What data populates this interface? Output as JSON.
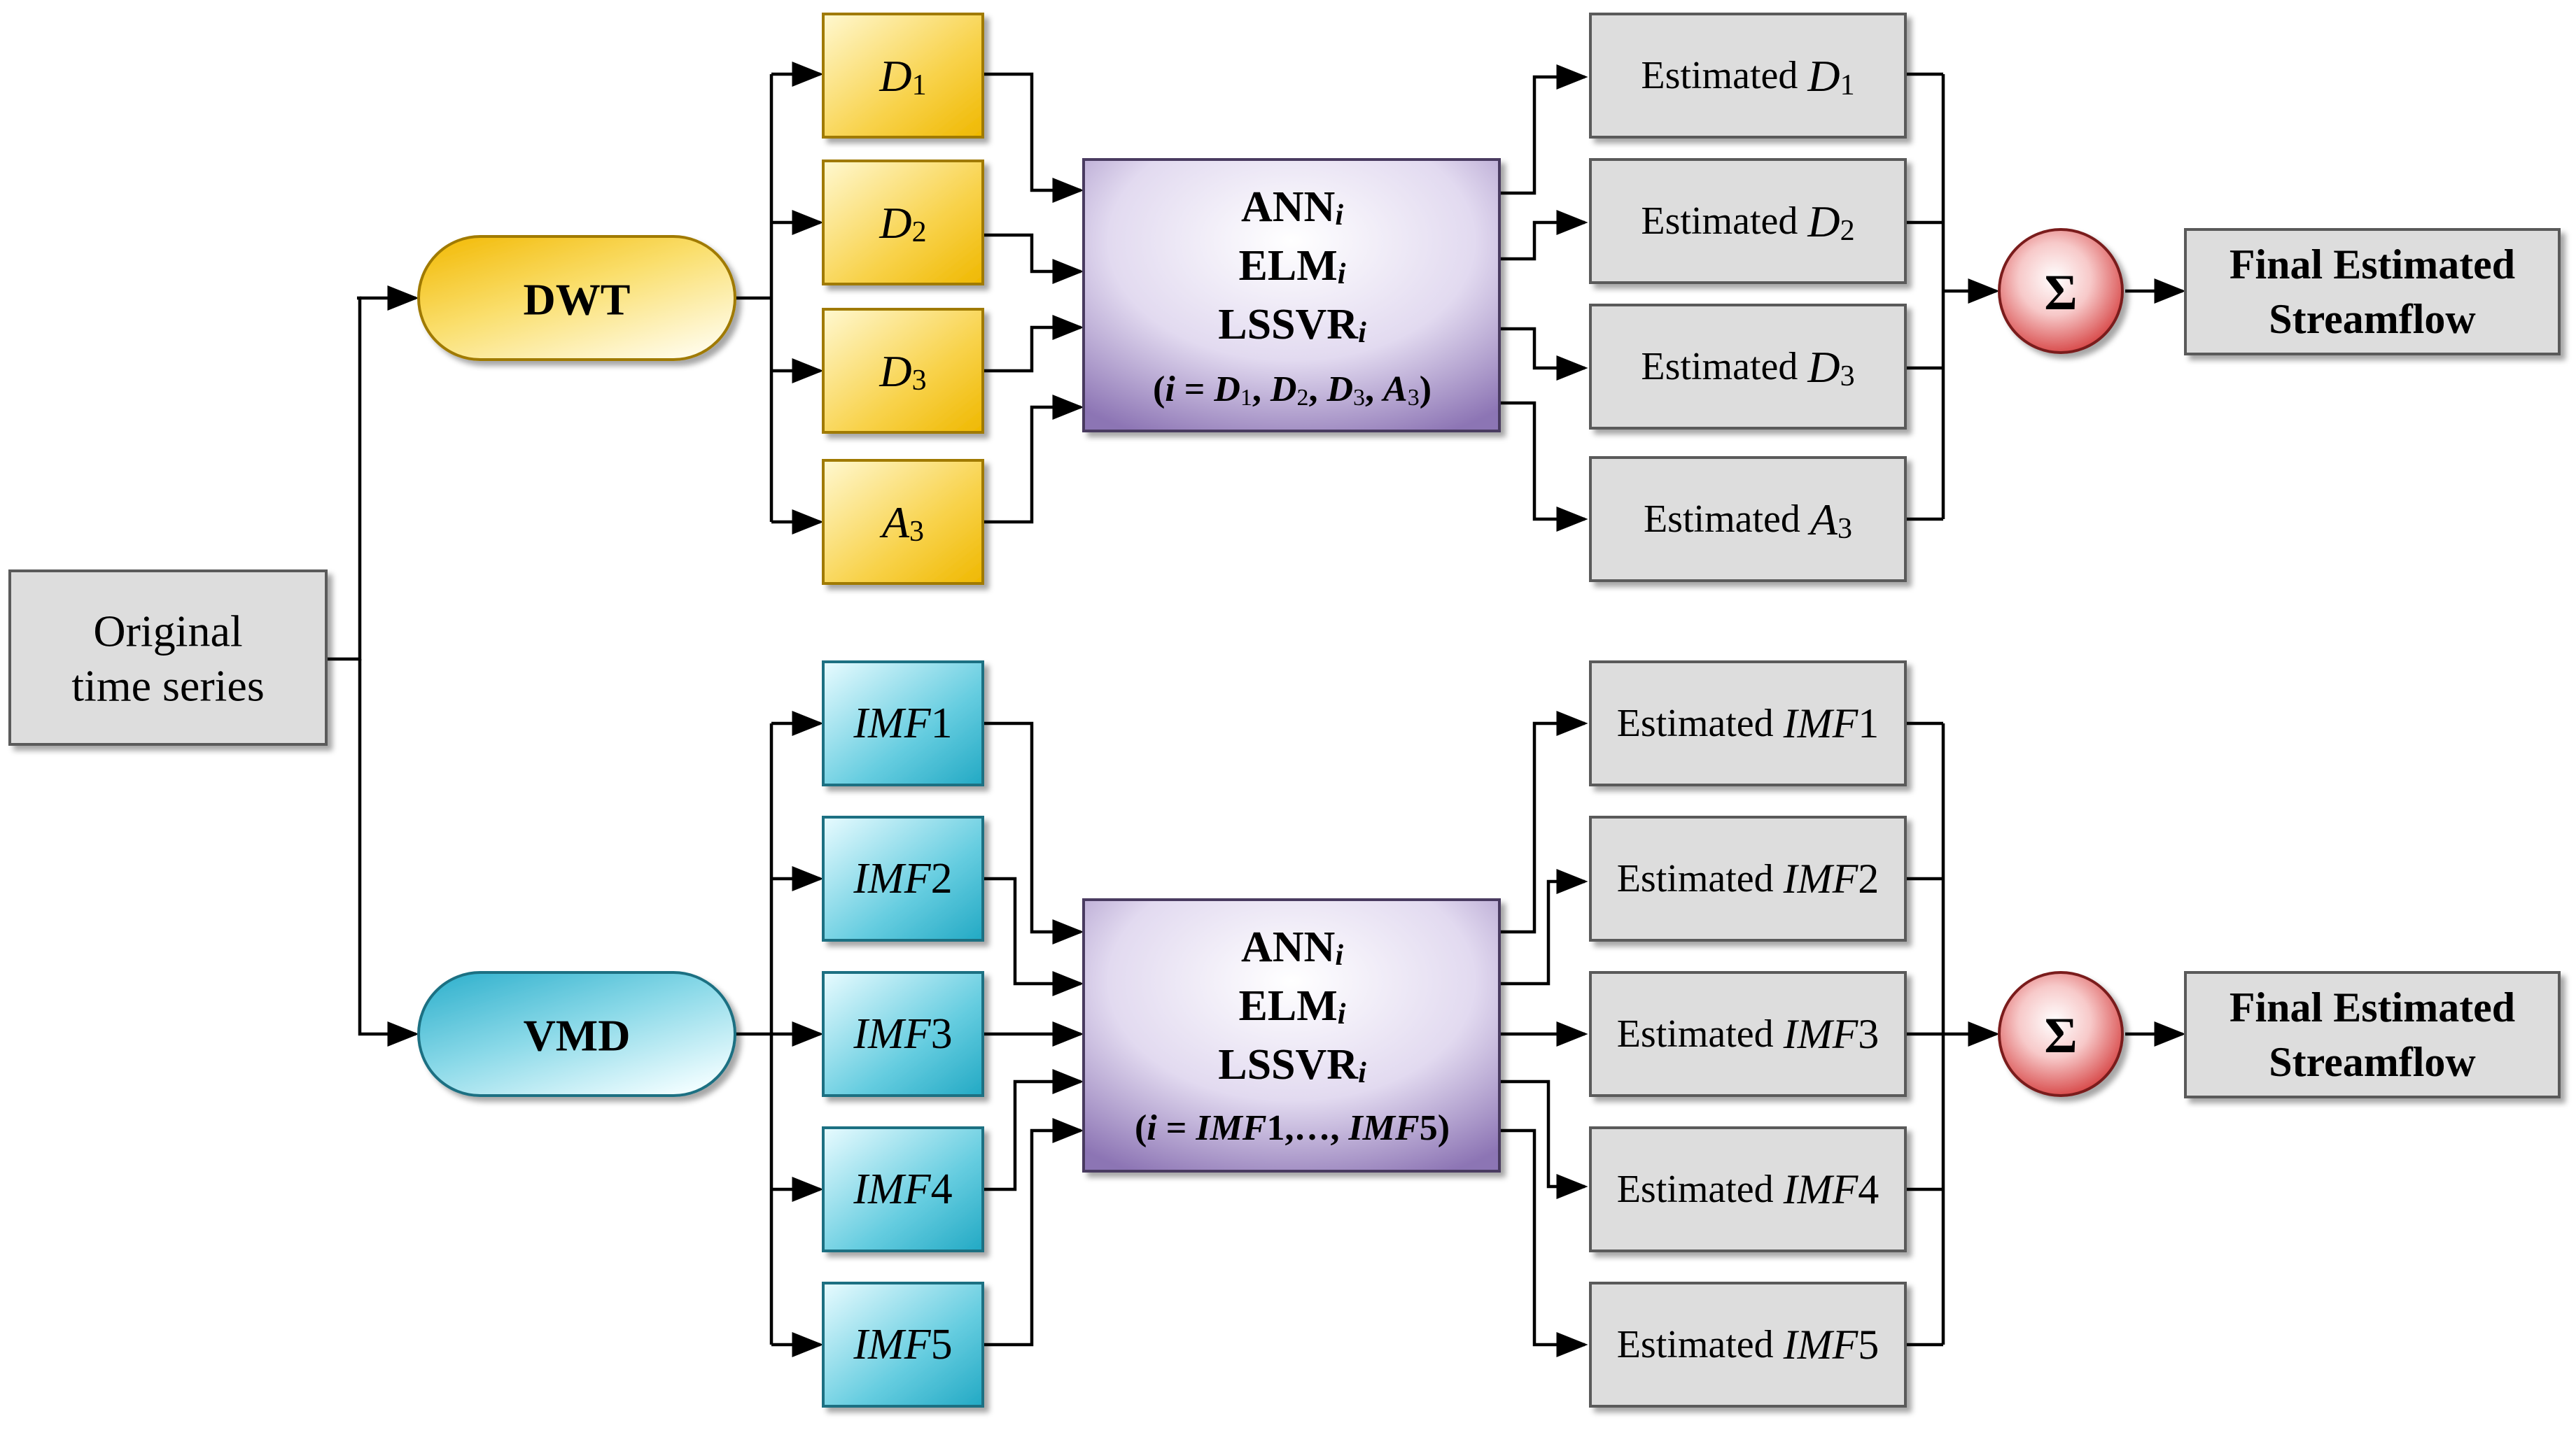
{
  "colors": {
    "decomposed_component_dwt": "#f8c61c",
    "decomposed_component_vmd": "#2fb7cf",
    "model_box": "#8c74b4",
    "summation_node": "#e04848",
    "output_box": "#dddddd"
  },
  "input": {
    "line1": "Original",
    "line2": "time series"
  },
  "dwt": {
    "method": "DWT",
    "components": [
      {
        "main": "D",
        "sub": "1"
      },
      {
        "main": "D",
        "sub": "2"
      },
      {
        "main": "D",
        "sub": "3"
      },
      {
        "main": "A",
        "sub": "3"
      }
    ],
    "model": {
      "lines": [
        "ANN",
        "ELM",
        "LSSVR"
      ],
      "subscript": "i",
      "range_parts": [
        {
          "t": "(",
          "it": false
        },
        {
          "t": "i",
          "it": true
        },
        {
          "t": " = ",
          "it": false
        },
        {
          "t": "D",
          "it": true
        },
        {
          "t": "1",
          "sub": true
        },
        {
          "t": ", ",
          "it": false
        },
        {
          "t": "D",
          "it": true
        },
        {
          "t": "2",
          "sub": true
        },
        {
          "t": ", ",
          "it": false
        },
        {
          "t": "D",
          "it": true
        },
        {
          "t": "3",
          "sub": true
        },
        {
          "t": ", ",
          "it": false
        },
        {
          "t": "A",
          "it": true
        },
        {
          "t": "3",
          "sub": true
        },
        {
          "t": ")",
          "it": false
        }
      ]
    },
    "estimated_prefix": "Estimated",
    "estimated": [
      {
        "main": "D",
        "sub": "1"
      },
      {
        "main": "D",
        "sub": "2"
      },
      {
        "main": "D",
        "sub": "3"
      },
      {
        "main": "A",
        "sub": "3"
      }
    ],
    "sum_symbol": "Σ",
    "final": {
      "line1": "Final Estimated",
      "line2": "Streamflow"
    }
  },
  "vmd": {
    "method": "VMD",
    "components": [
      {
        "main": "IMF",
        "num": "1"
      },
      {
        "main": "IMF",
        "num": "2"
      },
      {
        "main": "IMF",
        "num": "3"
      },
      {
        "main": "IMF",
        "num": "4"
      },
      {
        "main": "IMF",
        "num": "5"
      }
    ],
    "model": {
      "lines": [
        "ANN",
        "ELM",
        "LSSVR"
      ],
      "subscript": "i",
      "range_parts": [
        {
          "t": "(",
          "it": false
        },
        {
          "t": "i",
          "it": true
        },
        {
          "t": " = ",
          "it": false
        },
        {
          "t": "IMF",
          "it": true
        },
        {
          "t": "1,…, ",
          "it": false
        },
        {
          "t": "IMF",
          "it": true
        },
        {
          "t": "5)",
          "it": false
        }
      ]
    },
    "estimated_prefix": "Estimated",
    "estimated": [
      {
        "main": "IMF",
        "num": "1"
      },
      {
        "main": "IMF",
        "num": "2"
      },
      {
        "main": "IMF",
        "num": "3"
      },
      {
        "main": "IMF",
        "num": "4"
      },
      {
        "main": "IMF",
        "num": "5"
      }
    ],
    "sum_symbol": "Σ",
    "final": {
      "line1": "Final Estimated",
      "line2": "Streamflow"
    }
  }
}
